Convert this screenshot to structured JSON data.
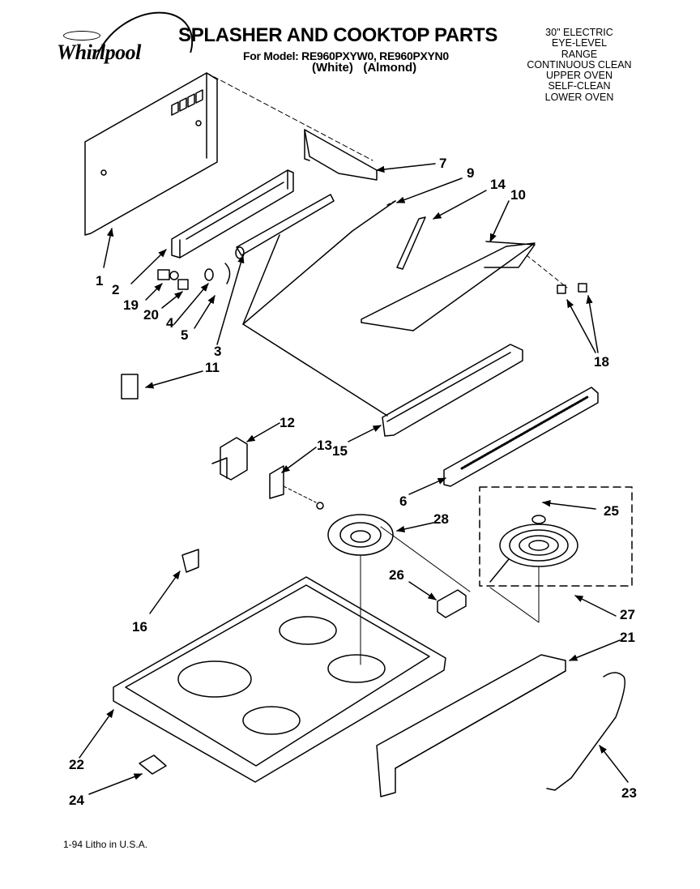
{
  "brand": "Whirlpool",
  "title": "SPLASHER AND COOKTOP PARTS",
  "model_line": "For Model: RE960PXYW0, RE960PXYN0",
  "color_line": "(White)   (Almond)",
  "description": [
    "30\" ELECTRIC",
    "EYE-LEVEL",
    "RANGE",
    "CONTINUOUS CLEAN",
    "UPPER OVEN",
    "SELF-CLEAN",
    "LOWER OVEN"
  ],
  "footer": "1-94  Litho in U.S.A.",
  "callouts": {
    "c1": "1",
    "c2": "2",
    "c3": "3",
    "c4": "4",
    "c5": "5",
    "c6": "6",
    "c7": "7",
    "c9": "9",
    "c10": "10",
    "c11": "11",
    "c12": "12",
    "c13": "13",
    "c14": "14",
    "c15": "15",
    "c16": "16",
    "c18": "18",
    "c19": "19",
    "c20": "20",
    "c21": "21",
    "c22": "22",
    "c23": "23",
    "c24": "24",
    "c25": "25",
    "c26": "26",
    "c27": "27",
    "c28": "28"
  }
}
